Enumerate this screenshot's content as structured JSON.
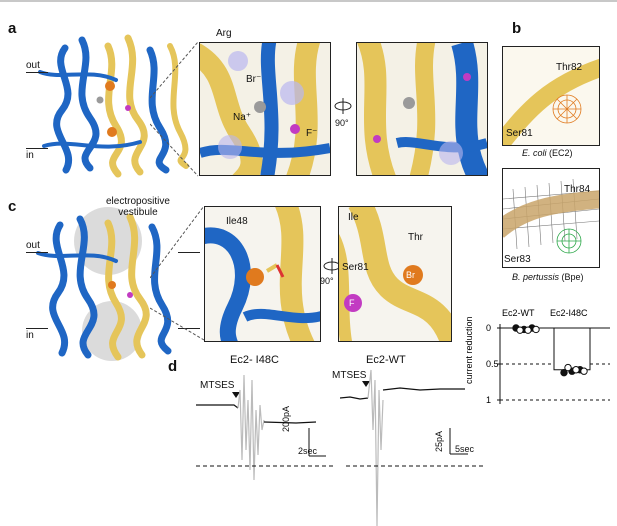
{
  "panel_labels": {
    "a": "a",
    "b": "b",
    "c": "c",
    "d": "d"
  },
  "panel_a": {
    "out_label": "out",
    "in_label": "in",
    "zoom1": {
      "arg": "Arg",
      "br": "Br⁻",
      "na": "Na⁺",
      "f": "F⁻"
    },
    "rotation": "90°"
  },
  "panel_b": {
    "top": {
      "residue1": "Thr82",
      "residue2": "Ser81",
      "species": "E. coli",
      "species_suffix": "(EC2)"
    },
    "bottom": {
      "residue1": "Thr84",
      "residue2": "Ser83",
      "species": "B. pertussis",
      "species_suffix": "(Bpe)"
    }
  },
  "panel_c": {
    "vestibule": "electropositive\nvestibule",
    "out_label": "out",
    "in_label": "in",
    "zoom1": {
      "ile": "Ile48"
    },
    "rotation": "90°",
    "zoom2": {
      "ile": "Ile",
      "thr": "Thr",
      "ser": "Ser81",
      "br": "Br",
      "f": "F"
    }
  },
  "panel_d": {
    "trace1": {
      "title": "Ec2- I48C",
      "mtses": "MTSES",
      "scale_y": "200pA",
      "scale_x": "2sec"
    },
    "trace2": {
      "title": "Ec2-WT",
      "mtses": "MTSES",
      "scale_y": "25pA",
      "scale_x": "5sec"
    }
  },
  "chart_data": {
    "type": "scatter",
    "ylabel": "current reduction",
    "categories": [
      "Ec2-WT",
      "Ec2-I48C"
    ],
    "yticks": [
      "0",
      "0.5",
      "1"
    ],
    "ylim": [
      0,
      1
    ],
    "y_inverted": true,
    "bar_values": [
      0.0,
      0.58
    ],
    "series": [
      {
        "values": [
          [
            0.0,
            0.02,
            0.0
          ],
          [
            0.62,
            0.6,
            0.58
          ]
        ]
      },
      {
        "values": [
          [
            0.03,
            0.03,
            0.02
          ],
          [
            0.55,
            0.58,
            0.6
          ]
        ]
      }
    ],
    "colors": {
      "filled": "#111111",
      "open": "#ffffff"
    }
  },
  "colors": {
    "helix_blue": "#1f66c4",
    "helix_gold": "#e5c55a",
    "bromide": "#e07a1e",
    "fluoride": "#c23bc2",
    "sodium": "#9a9a9a"
  }
}
